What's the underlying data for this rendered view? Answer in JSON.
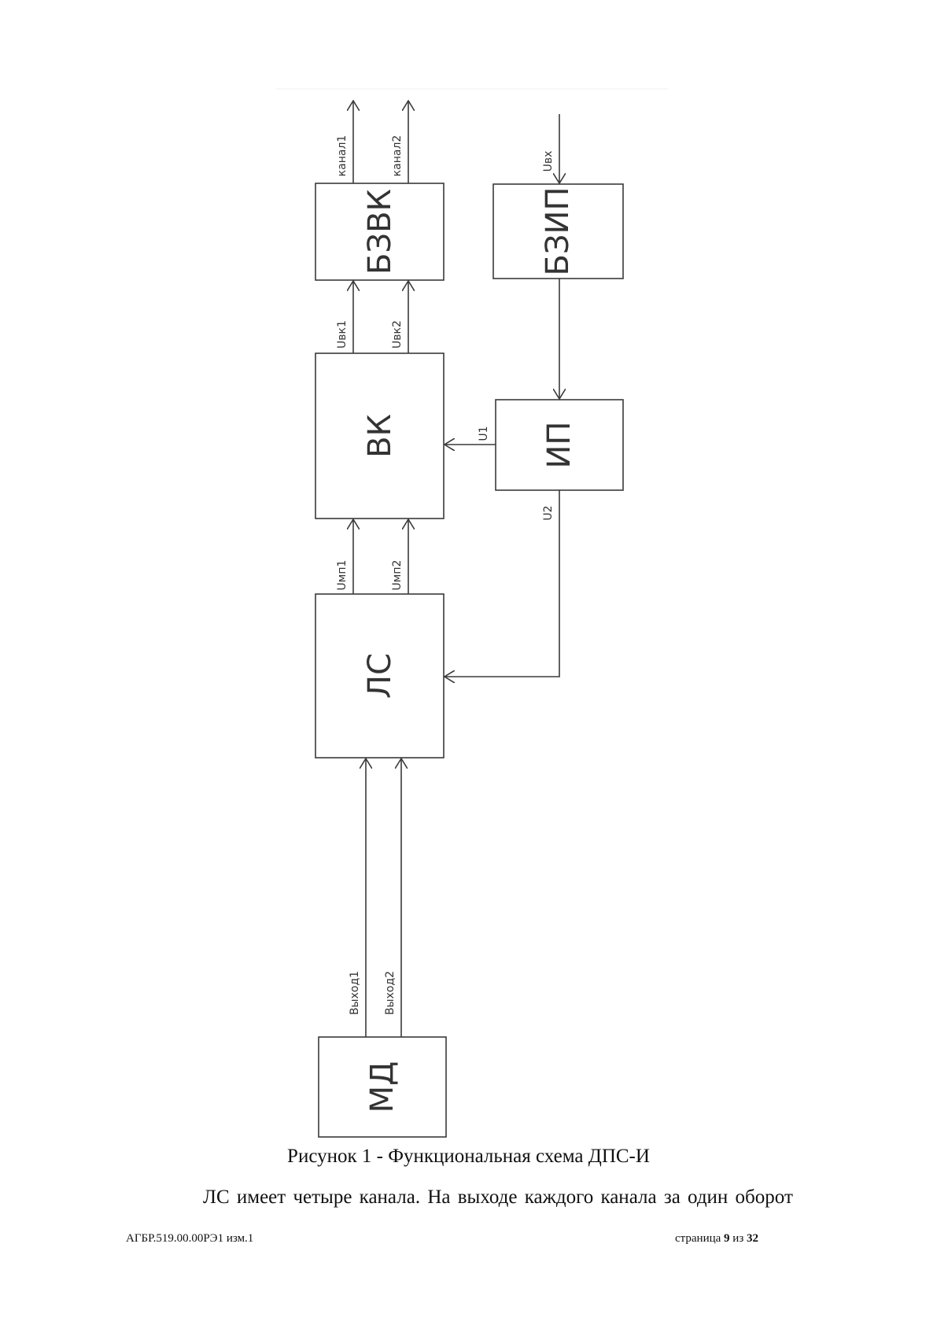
{
  "diagram": {
    "blocks": {
      "bzvk": "БЗВК",
      "bzip": "БЗИП",
      "vk": "ВК",
      "ip": "ИП",
      "ls": "ЛС",
      "md": "МД"
    },
    "signals": {
      "kanal1": "канал1",
      "kanal2": "канал2",
      "uvx": "Uвх",
      "uvk1": "Uвк1",
      "uvk2": "Uвк2",
      "u1": "U1",
      "u2": "U2",
      "ump1": "Uмп1",
      "ump2": "Uмп2",
      "vyhod1": "Выход1",
      "vyhod2": "Выход2"
    }
  },
  "caption": "Рисунок 1 - Функциональная схема ДПС-И",
  "body_text": "ЛС имеет четыре канала. На выходе каждого канала за один оборот",
  "footer": {
    "doc_code": "АГБР.519.00.00РЭ1 изм.1",
    "page_word": "страница",
    "page_num": "9",
    "of_word": "из",
    "page_total": "32"
  }
}
